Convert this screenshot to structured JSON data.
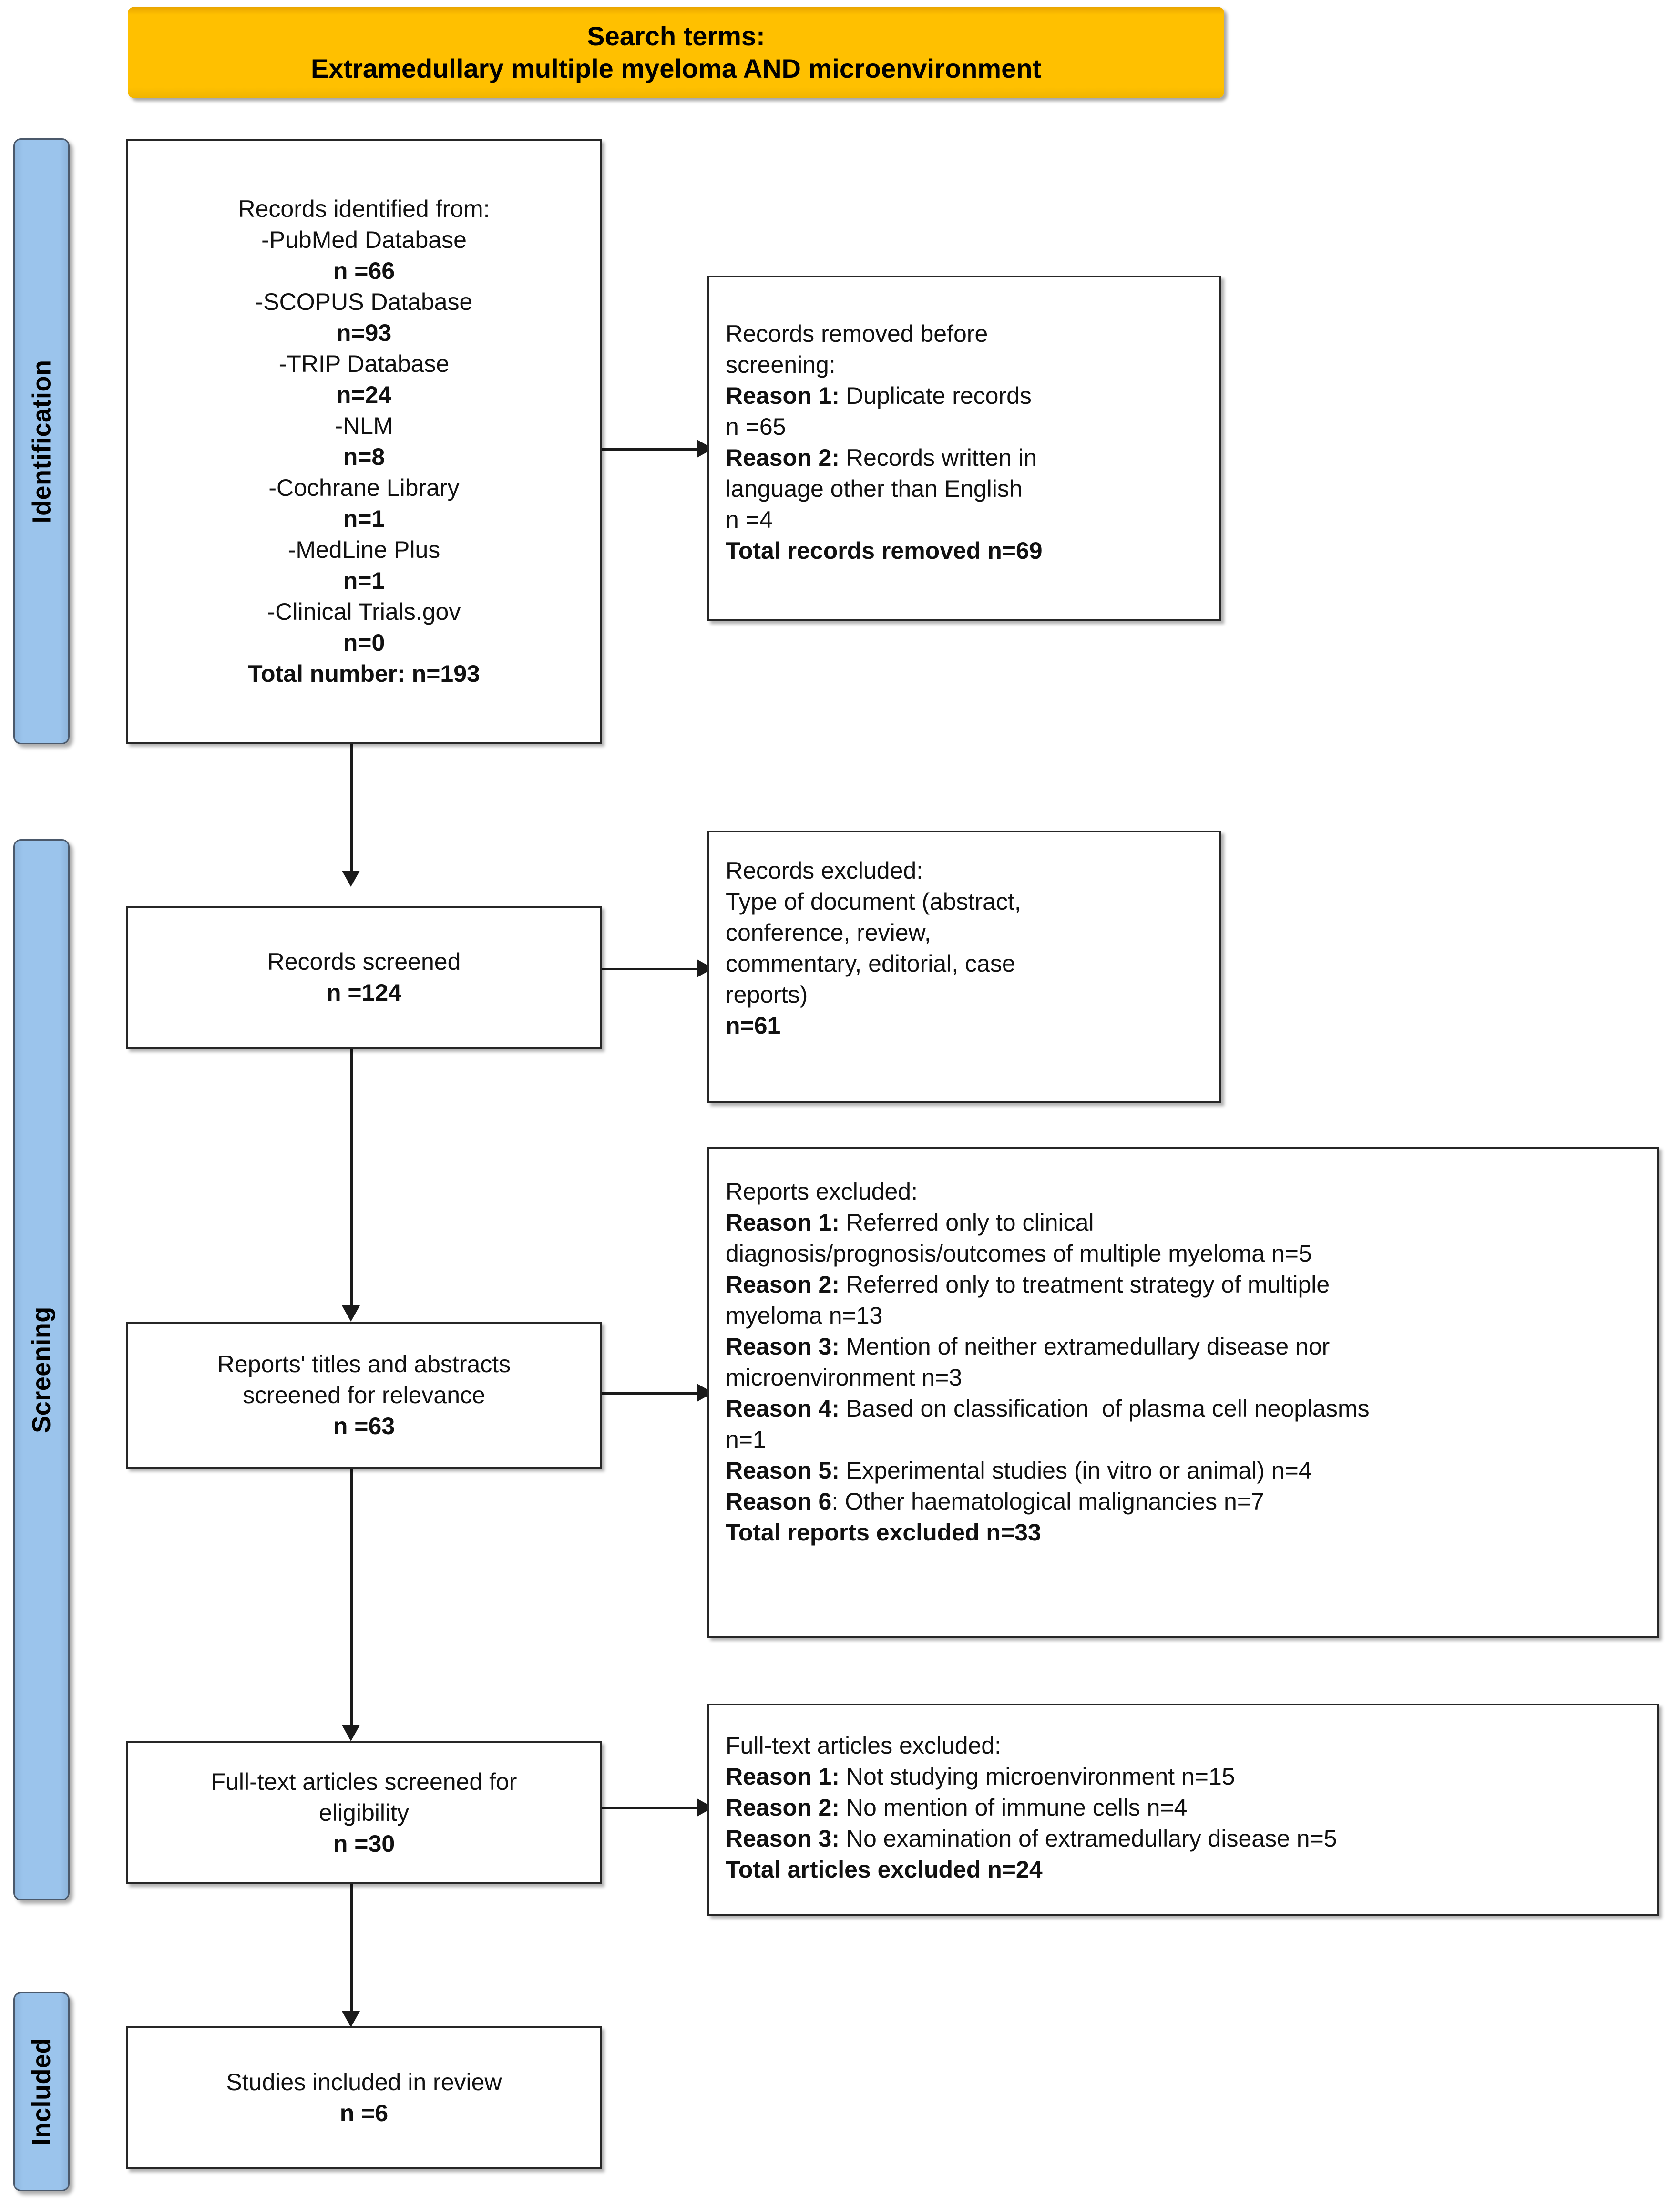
{
  "diagram": {
    "type": "prisma-flow-diagram",
    "banner": {
      "line1": "Search terms:",
      "line2": "Extramedullary multiple myeloma AND microenvironment",
      "color": "#FFC000"
    },
    "stages": [
      {
        "id": "identification",
        "label": "Identification",
        "color": "#9BC4EC"
      },
      {
        "id": "screening",
        "label": "Screening",
        "color": "#9BC4EC"
      },
      {
        "id": "included",
        "label": "Included",
        "color": "#9BC4EC"
      }
    ],
    "boxes": {
      "records_identified": {
        "title": "Records identified from:",
        "lines": [
          {
            "text": "Records identified from:",
            "bold": false
          },
          {
            "text": "-PubMed Database",
            "bold": false
          },
          {
            "text": "n =66",
            "bold": true
          },
          {
            "text": "-SCOPUS Database",
            "bold": false
          },
          {
            "text": "n=93",
            "bold": true
          },
          {
            "text": "-TRIP Database",
            "bold": false
          },
          {
            "text": "n=24",
            "bold": true
          },
          {
            "text": "-NLM",
            "bold": false
          },
          {
            "text": "n=8",
            "bold": true
          },
          {
            "text": "-Cochrane Library",
            "bold": false
          },
          {
            "text": "n=1",
            "bold": true
          },
          {
            "text": "-MedLine Plus",
            "bold": false
          },
          {
            "text": "n=1",
            "bold": true
          },
          {
            "text": "-Clinical Trials.gov",
            "bold": false
          },
          {
            "text": "n=0",
            "bold": true
          },
          {
            "text": "Total number: n=193",
            "bold": true
          }
        ]
      },
      "records_removed": {
        "lines": [
          {
            "text": "Records removed before",
            "bold": false
          },
          {
            "text": "screening:",
            "bold": false
          },
          {
            "lead": "Reason 1:",
            "text": " Duplicate records"
          },
          {
            "text": "n =65",
            "bold": false
          },
          {
            "lead": "Reason 2:",
            "text": " Records written in"
          },
          {
            "text": "language other than English",
            "bold": false
          },
          {
            "text": "n =4",
            "bold": false
          },
          {
            "text": "Total records removed n=69",
            "bold": true
          }
        ]
      },
      "records_screened": {
        "lines": [
          {
            "text": "Records screened",
            "bold": false
          },
          {
            "text": "n =124",
            "bold": true
          }
        ]
      },
      "records_excluded": {
        "lines": [
          {
            "text": "Records excluded:",
            "bold": false
          },
          {
            "text": "Type of document (abstract,",
            "bold": false
          },
          {
            "text": "conference, review,",
            "bold": false
          },
          {
            "text": "commentary, editorial, case",
            "bold": false
          },
          {
            "text": "reports)",
            "bold": false
          },
          {
            "text": "n=61",
            "bold": true
          }
        ]
      },
      "reports_screened": {
        "lines": [
          {
            "text": "Reports' titles and abstracts",
            "bold": false
          },
          {
            "text": "screened for relevance",
            "bold": false
          },
          {
            "text": "n =63",
            "bold": true
          }
        ]
      },
      "reports_excluded": {
        "lines": [
          {
            "text": "Reports excluded:",
            "bold": false
          },
          {
            "lead": "Reason 1:",
            "text": " Referred only to clinical"
          },
          {
            "text": "diagnosis/prognosis/outcomes of multiple myeloma n=5",
            "bold": false
          },
          {
            "lead": "Reason 2:",
            "text": " Referred only to treatment strategy of multiple"
          },
          {
            "text": "myeloma n=13",
            "bold": false
          },
          {
            "lead": "Reason 3:",
            "text": " Mention of neither extramedullary disease nor"
          },
          {
            "text": "microenvironment n=3",
            "bold": false
          },
          {
            "lead": "Reason 4:",
            "text": " Based on classification  of plasma cell neoplasms"
          },
          {
            "text": "n=1",
            "bold": false
          },
          {
            "lead": "Reason 5:",
            "text": " Experimental studies (in vitro or animal) n=4"
          },
          {
            "lead": "Reason 6",
            "text": ": Other haematological malignancies n=7"
          },
          {
            "text": "Total reports excluded n=33",
            "bold": true
          }
        ]
      },
      "fulltext_screened": {
        "lines": [
          {
            "text": "Full-text articles screened for",
            "bold": false
          },
          {
            "text": "eligibility",
            "bold": false
          },
          {
            "text": "n =30",
            "bold": true
          }
        ]
      },
      "fulltext_excluded": {
        "lines": [
          {
            "text": "Full-text articles excluded:",
            "bold": false
          },
          {
            "lead": "Reason 1:",
            "text": " Not studying microenvironment n=15"
          },
          {
            "lead": "Reason 2:",
            "text": " No mention of immune cells n=4"
          },
          {
            "lead": "Reason 3:",
            "text": " No examination of extramedullary disease n=5"
          },
          {
            "text": "Total articles excluded n=24",
            "bold": true
          }
        ]
      },
      "studies_included": {
        "lines": [
          {
            "text": "Studies included in review",
            "bold": false
          },
          {
            "text": "n =6",
            "bold": true
          }
        ]
      }
    },
    "counts": {
      "pubmed": 66,
      "scopus": 93,
      "trip": 24,
      "nlm": 8,
      "cochrane": 1,
      "medline_plus": 1,
      "clinical_trials_gov": 0,
      "total_identified": 193,
      "duplicates_removed": 65,
      "non_english_removed": 4,
      "total_removed_before_screening": 69,
      "records_screened": 124,
      "records_excluded_document_type": 61,
      "reports_screened": 63,
      "reports_excluded_reason1": 5,
      "reports_excluded_reason2": 13,
      "reports_excluded_reason3": 3,
      "reports_excluded_reason4": 1,
      "reports_excluded_reason5": 4,
      "reports_excluded_reason6": 7,
      "total_reports_excluded": 33,
      "fulltext_screened": 30,
      "fulltext_excluded_reason1": 15,
      "fulltext_excluded_reason2": 4,
      "fulltext_excluded_reason3": 5,
      "total_articles_excluded": 24,
      "studies_included": 6
    }
  }
}
